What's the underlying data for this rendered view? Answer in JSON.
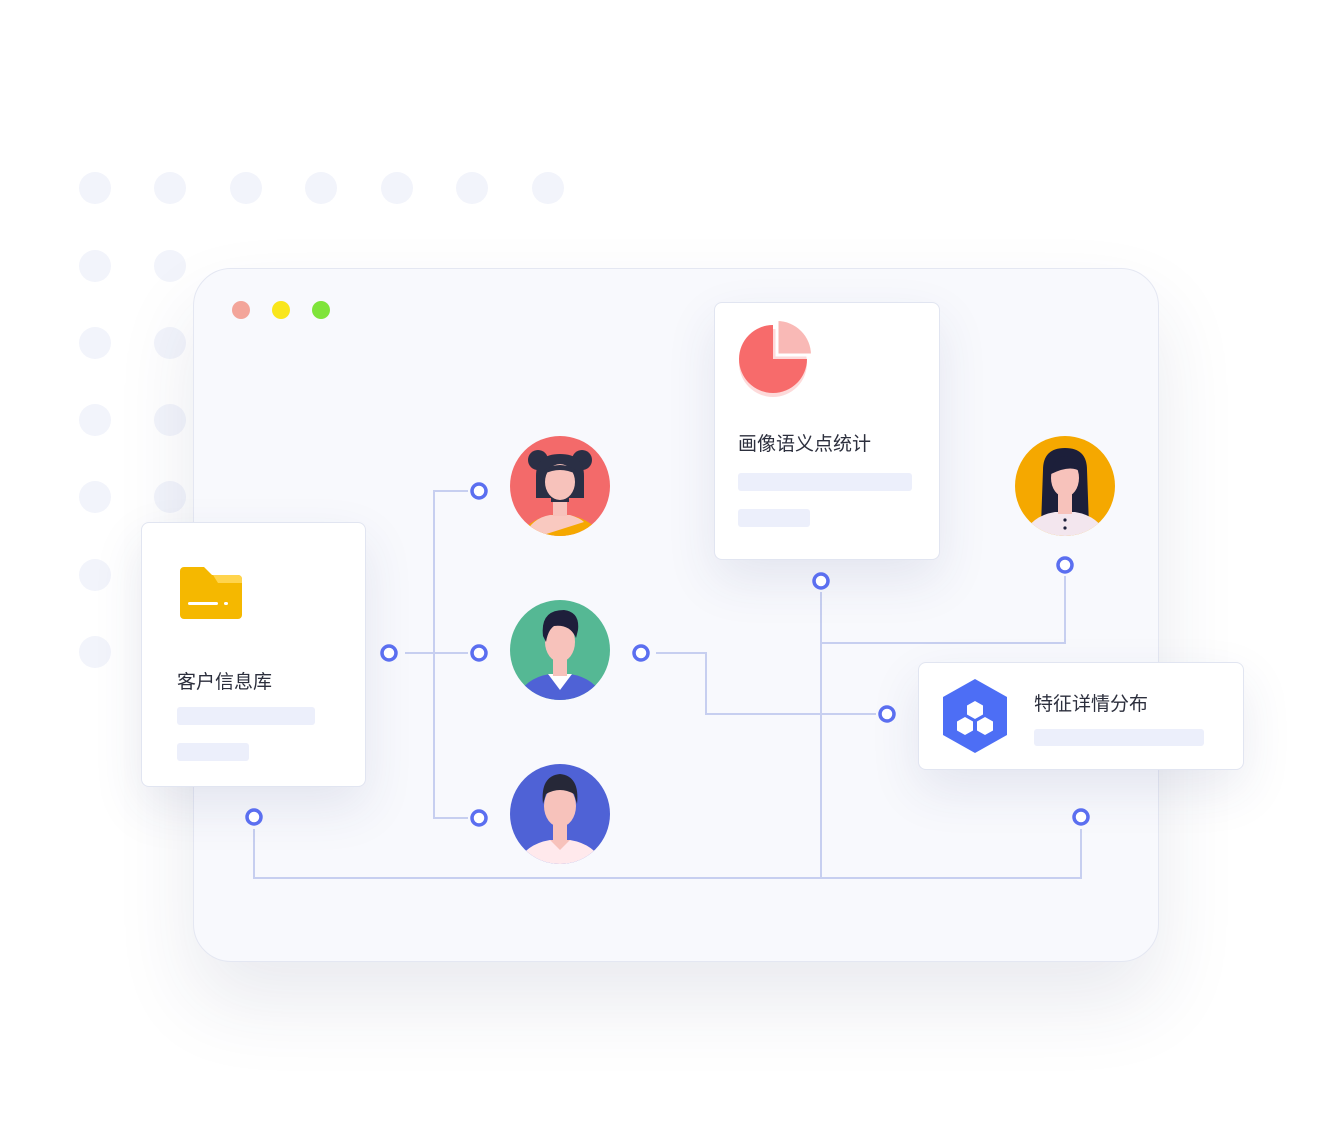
{
  "window": {
    "traffic_lights": {
      "close_color": "#f3a59a",
      "minimize_color": "#f9e61b",
      "maximize_color": "#7fe43a"
    }
  },
  "cards": {
    "customer_db": {
      "title": "客户信息库",
      "icon": "folder-icon",
      "icon_color": "#f5b800"
    },
    "profile_stats": {
      "title": "画像语义点统计",
      "icon": "pie-chart-icon",
      "icon_color": "#f76b6b"
    },
    "feature_dist": {
      "title": "特征详情分布",
      "icon": "hexagon-cubes-icon",
      "icon_color": "#4d6ef5"
    }
  },
  "avatars": [
    {
      "name": "woman-buns-avatar",
      "bg": "#f36a6a"
    },
    {
      "name": "man-green-avatar",
      "bg": "#55b894"
    },
    {
      "name": "man-blue-avatar",
      "bg": "#4f62d6"
    },
    {
      "name": "woman-yellow-avatar",
      "bg": "#f5a800"
    }
  ],
  "colors": {
    "node": "#5b6ff0",
    "wire": "#c7cff0",
    "placeholder": "#eceffb"
  }
}
